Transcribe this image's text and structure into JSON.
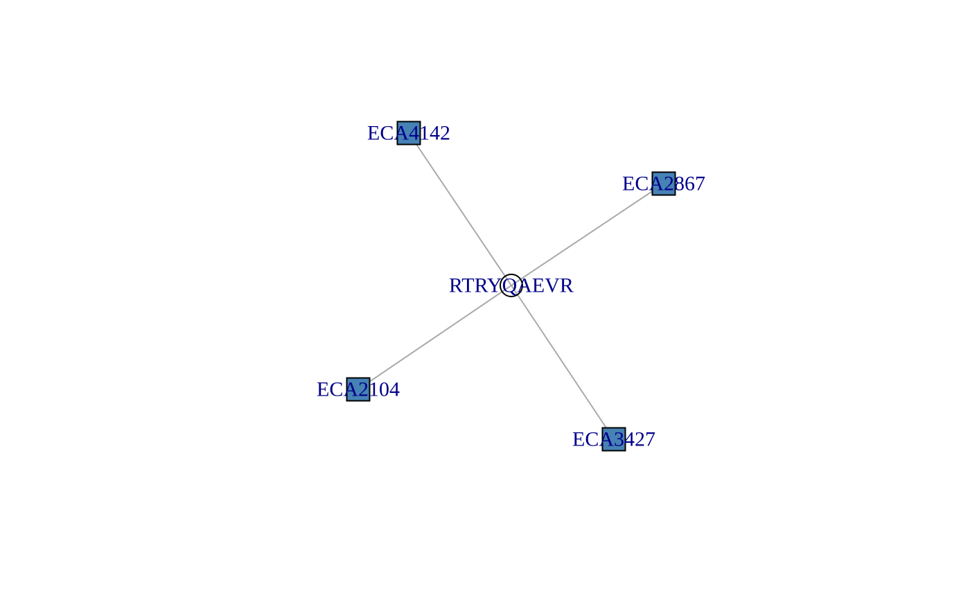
{
  "colors": {
    "edge": "#a9a9a9",
    "label": "#00008b",
    "hub_fill": "#ffffff",
    "hub_stroke": "#000000",
    "leaf_fill": "#4682b4",
    "leaf_stroke": "#000000",
    "background": "#ffffff"
  },
  "network": {
    "hub": {
      "id": "hub",
      "label": "RTRYQAEVR",
      "shape": "circle"
    },
    "leaves": [
      {
        "id": "n1",
        "label": "ECA4142",
        "shape": "square"
      },
      {
        "id": "n2",
        "label": "ECA2867",
        "shape": "square"
      },
      {
        "id": "n3",
        "label": "ECA2104",
        "shape": "square"
      },
      {
        "id": "n4",
        "label": "ECA3427",
        "shape": "square"
      }
    ],
    "edges": [
      {
        "from": "hub",
        "to": "n1"
      },
      {
        "from": "hub",
        "to": "n2"
      },
      {
        "from": "hub",
        "to": "n3"
      },
      {
        "from": "hub",
        "to": "n4"
      }
    ]
  }
}
